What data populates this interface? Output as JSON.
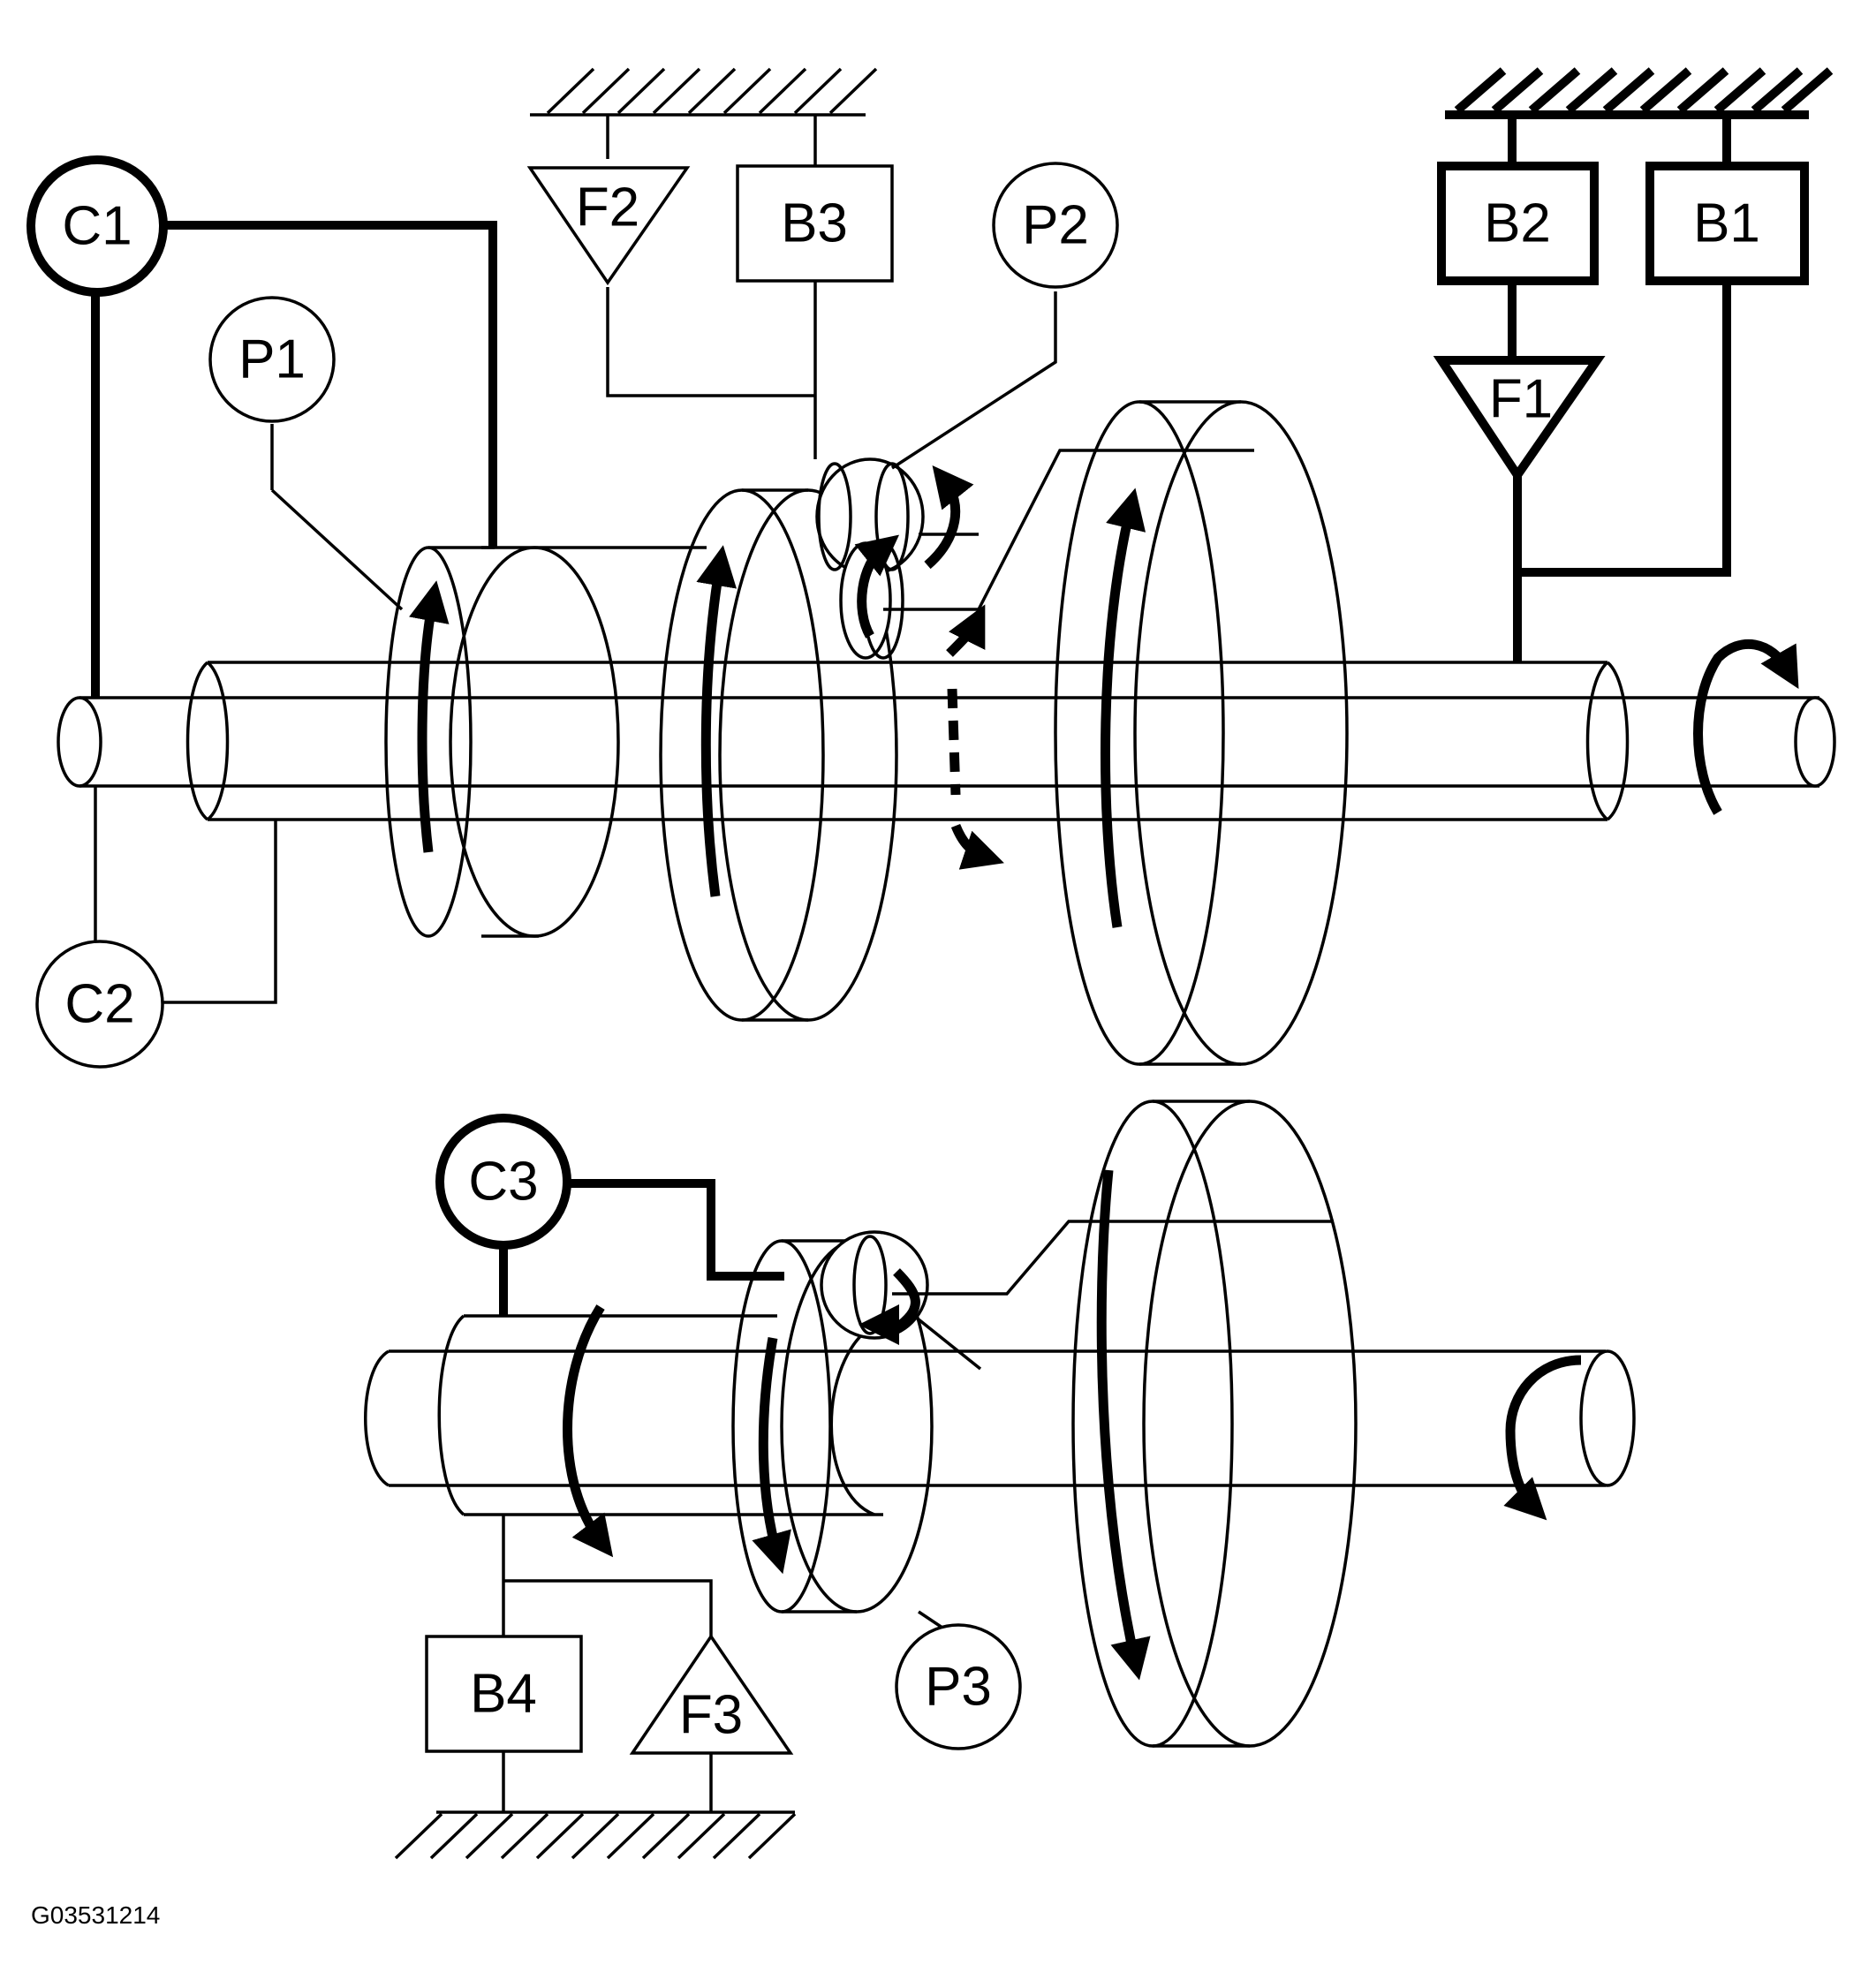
{
  "figure_id": "G03531214",
  "components": {
    "C1": "C1",
    "C2": "C2",
    "C3": "C3",
    "P1": "P1",
    "P2": "P2",
    "P3": "P3",
    "B1": "B1",
    "B2": "B2",
    "B3": "B3",
    "B4": "B4",
    "F1": "F1",
    "F2": "F2",
    "F3": "F3"
  }
}
